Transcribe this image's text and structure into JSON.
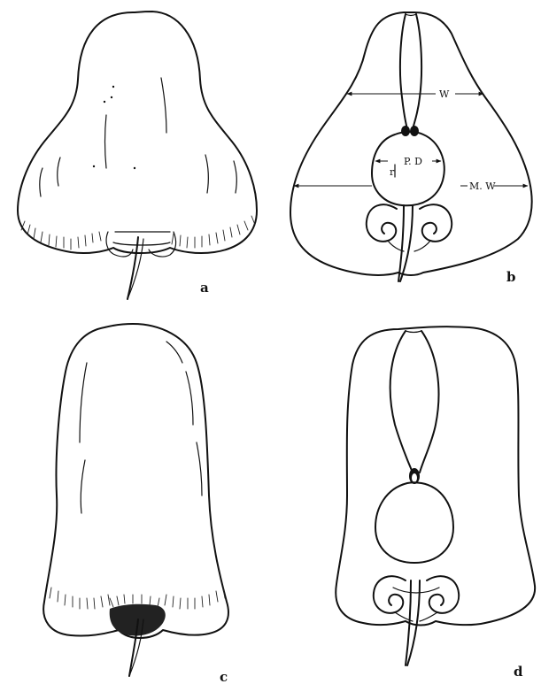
{
  "panels": [
    {
      "id": "a",
      "label": "a"
    },
    {
      "id": "b",
      "label": "b"
    },
    {
      "id": "c",
      "label": "c"
    },
    {
      "id": "d",
      "label": "d"
    }
  ],
  "dimensions": {
    "w": "W",
    "pd": "P. D",
    "r": "r",
    "mw": "M. W"
  }
}
